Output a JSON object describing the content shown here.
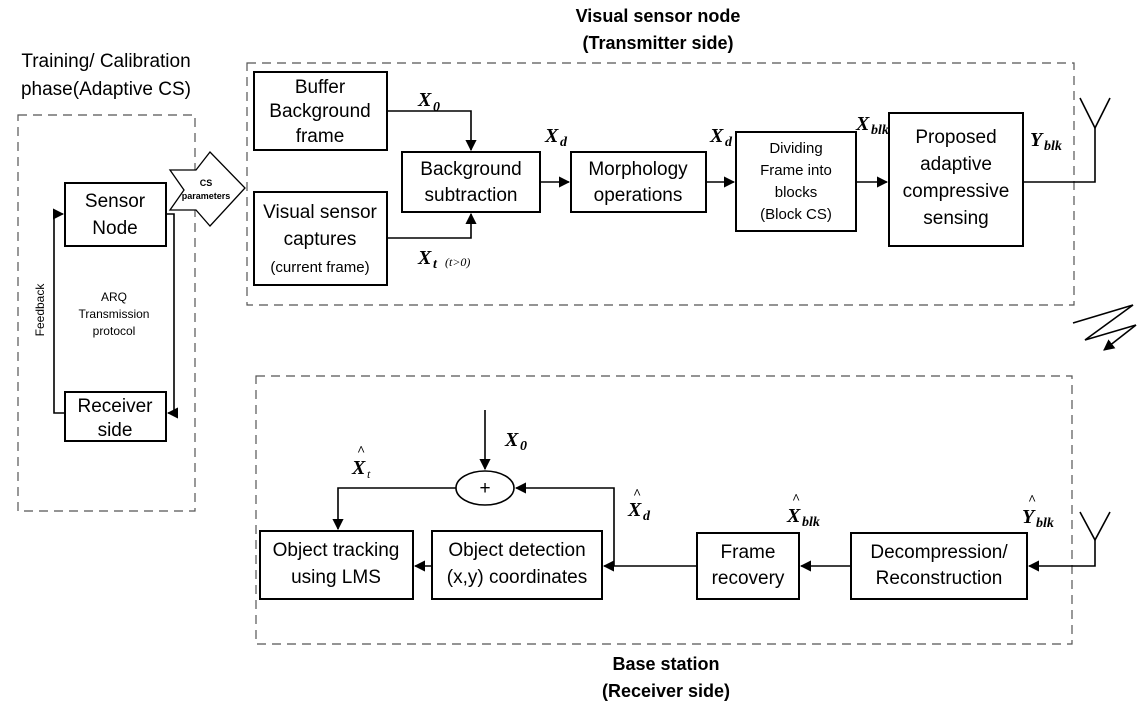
{
  "titles": {
    "transmitter_line1": "Visual sensor node",
    "transmitter_line2": "(Transmitter side)",
    "receiver_line1": "Base station",
    "receiver_line2": "(Receiver side)",
    "training_line1": "Training/ Calibration",
    "training_line2": "phase(Adaptive CS)"
  },
  "training": {
    "sensor_node_line1": "Sensor",
    "sensor_node_line2": "Node",
    "arq_line1": "ARQ",
    "arq_line2": "Transmission",
    "arq_line3": "protocol",
    "receiver_line1": "Receiver",
    "receiver_line2": "side",
    "feedback": "Feedback",
    "cs_params_line1": "CS",
    "cs_params_line2": "parameters"
  },
  "transmitter": {
    "buffer_line1": "Buffer",
    "buffer_line2": "Background",
    "buffer_line3": "frame",
    "capture_line1": "Visual sensor",
    "capture_line2": "captures",
    "capture_line3": "(current frame)",
    "bgsub_line1": "Background",
    "bgsub_line2": "subtraction",
    "morph_line1": "Morphology",
    "morph_line2": "operations",
    "divide_line1": "Dividing",
    "divide_line2": "Frame into",
    "divide_line3": "blocks",
    "divide_line4": "(Block CS)",
    "acs_line1": "Proposed",
    "acs_line2": "adaptive",
    "acs_line3": "compressive",
    "acs_line4": "sensing"
  },
  "receiver": {
    "decomp_line1": "Decompression/",
    "decomp_line2": "Reconstruction",
    "recovery_line1": "Frame",
    "recovery_line2": "recovery",
    "detect_line1": "Object detection",
    "detect_line2": "(x,y) coordinates",
    "track_line1": "Object tracking",
    "track_line2": "using LMS",
    "adder": "+"
  },
  "symbols": {
    "x0_main": "X",
    "x0_sub": "0",
    "xt_main": "X",
    "xt_sub": "t",
    "xt_cond": "(t>0)",
    "xd_main": "X",
    "xd_sub": "d",
    "xblk_main": "X",
    "xblk_sub": "blk",
    "yblk_main": "Y",
    "yblk_sub": "blk",
    "hat": "^"
  }
}
